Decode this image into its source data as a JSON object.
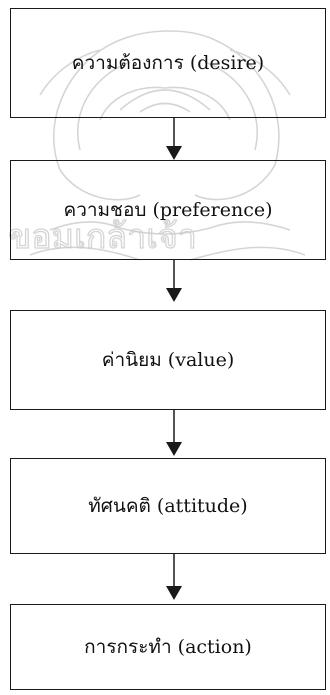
{
  "flowchart": {
    "nodes": [
      {
        "label": "ความต้องการ (desire)"
      },
      {
        "label": "ความชอบ (preference)"
      },
      {
        "label": "ค่านิยม (value)"
      },
      {
        "label": "ทัศนคติ (attitude)"
      },
      {
        "label": "การกระทำ (action)"
      }
    ]
  },
  "colors": {
    "border": "#1a1a1a",
    "text": "#111111",
    "watermark": "#c8c8c8"
  }
}
